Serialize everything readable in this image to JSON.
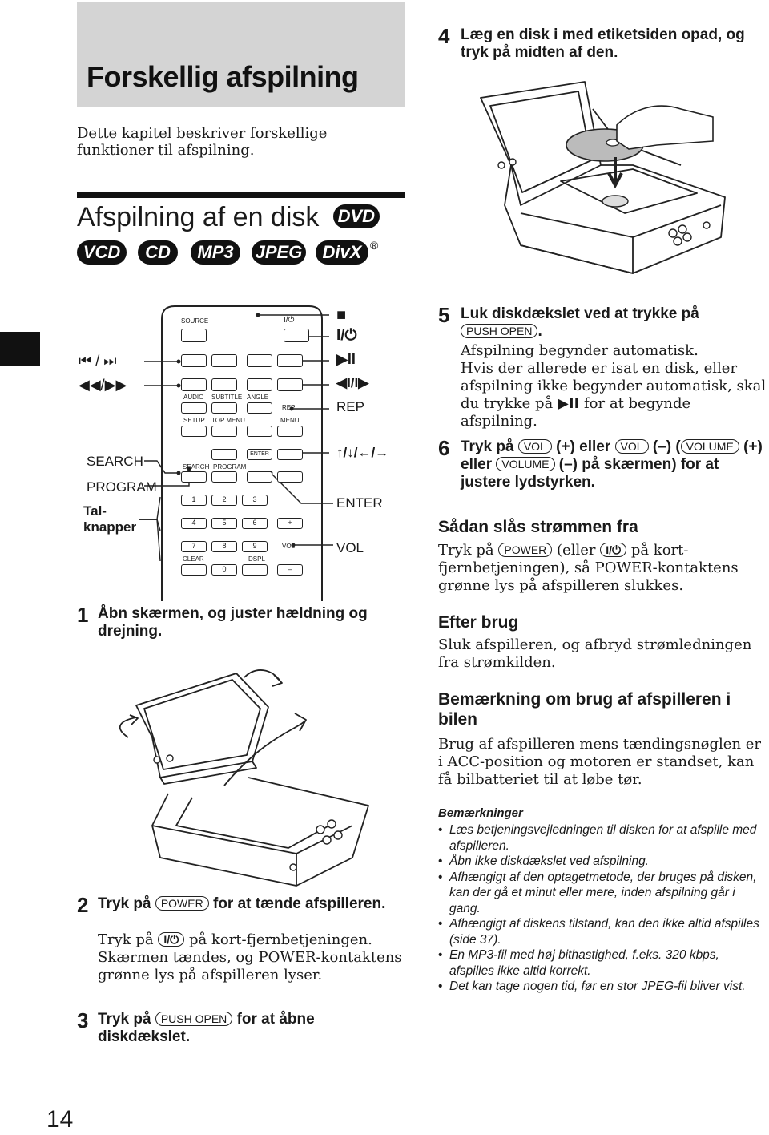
{
  "header": {
    "title": "Forskellig afspilning",
    "intro": "Dette kapitel beskriver forskellige funktioner til afspilning."
  },
  "section": {
    "title": "Afspilning af en disk",
    "badges": [
      "DVD",
      "VCD",
      "CD",
      "MP3",
      "JPEG",
      "DivX"
    ],
    "registered": "®"
  },
  "remote": {
    "left_labels": {
      "skip": "⏮ / ⏭",
      "scan": "◀◀/▶▶",
      "search": "SEARCH",
      "program": "PROGRAM",
      "numbers": "Tal-\nknapper"
    },
    "right_labels": {
      "stop": "■",
      "power": "I/⏻",
      "play_pause": "▶II",
      "slow": "◀I/I▶",
      "rep": "REP",
      "arrows": "↑/↓/←/→",
      "enter": "ENTER",
      "vol": "VOL"
    },
    "button_texts": {
      "source": "SOURCE",
      "power": "I/⏻",
      "audio": "AUDIO",
      "subtitle": "SUBTITLE",
      "angle": "ANGLE",
      "rep": "REP",
      "setup": "SETUP",
      "top_menu": "TOP MENU",
      "menu": "MENU",
      "search": "SEARCH",
      "program": "PROGRAM",
      "enter": "ENTER",
      "clear": "CLEAR",
      "dspl": "DSPL",
      "vol": "VOL",
      "plus": "+",
      "minus": "–",
      "digits": [
        "1",
        "2",
        "3",
        "4",
        "5",
        "6",
        "7",
        "8",
        "9",
        "0"
      ]
    }
  },
  "steps": {
    "s1": {
      "num": "1",
      "head": "Åbn skærmen, og juster hældning og drejning."
    },
    "s2": {
      "num": "2",
      "head_pre": "Tryk på",
      "key": "POWER",
      "head_post": "for at tænde afspilleren.",
      "body_pre": "Tryk på",
      "body_key": "I/⏻",
      "body_post": "på kort-fjernbetjeningen. Skærmen tændes, og POWER-kontaktens grønne lys på afspilleren lyser."
    },
    "s3": {
      "num": "3",
      "head_pre": "Tryk på",
      "key": "PUSH OPEN",
      "head_post": "for at åbne diskdækslet."
    },
    "s4": {
      "num": "4",
      "head": "Læg en disk i med etiketsiden opad, og tryk på midten af den."
    },
    "s5": {
      "num": "5",
      "head": "Luk diskdækslet ved at trykke på",
      "key": "PUSH OPEN",
      "head_post": ".",
      "body_1": "Afspilning begynder automatisk.",
      "body_2": "Hvis der allerede er isat en disk, eller afspilning ikke begynder automatisk, skal du trykke på",
      "body_sym": "▶II",
      "body_3": "for at begynde afspilning."
    },
    "s6": {
      "num": "6",
      "p1": "Tryk på",
      "k1": "VOL",
      "p2": "(+) eller",
      "k2": "VOL",
      "p3": "(–)",
      "p4": "(",
      "k3": "VOLUME",
      "p5": "(+) eller",
      "k4": "VOLUME",
      "p6": "(–) på skærmen) for at justere lydstyrken."
    }
  },
  "power_off": {
    "title": "Sådan slås strømmen fra",
    "p1": "Tryk på",
    "k1": "POWER",
    "p2": "(eller",
    "k2": "I/⏻",
    "p3": "på kort-fjernbetjeningen), så POWER-kontaktens grønne lys på afspilleren slukkes."
  },
  "after_use": {
    "title": "Efter brug",
    "text": "Sluk afspilleren, og afbryd strømledningen fra strømkilden."
  },
  "car_note": {
    "title": "Bemærkning om brug af afspilleren i bilen",
    "text": "Brug af afspilleren mens tændingsnøglen er i ACC-position og motoren er standset, kan få bilbatteriet til at løbe tør."
  },
  "notes": {
    "title": "Bemærkninger",
    "items": [
      "Læs betjeningsvejledningen til disken for at afspille med afspilleren.",
      "Åbn ikke diskdækslet ved afspilning.",
      "Afhængigt af den optagetmetode, der bruges på disken, kan der gå et minut eller mere, inden afspilning går i gang.",
      "Afhængigt af diskens tilstand, kan den ikke altid afspilles (side 37).",
      "En MP3-fil med høj bithastighed, f.eks. 320 kbps, afspilles ikke altid korrekt.",
      "Det kan tage nogen tid, før en stor JPEG-fil bliver vist."
    ]
  },
  "page_number": "14"
}
